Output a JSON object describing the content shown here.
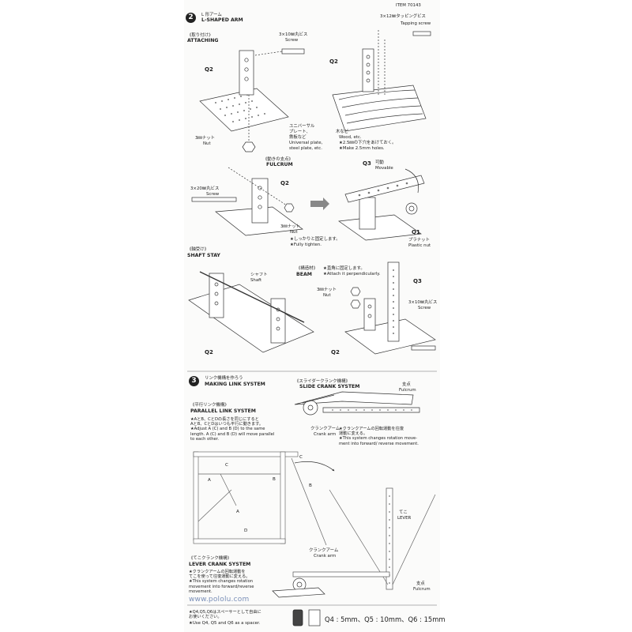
{
  "item": "ITEM 70143",
  "s2": {
    "num": "2",
    "title_jp": "L 形アーム",
    "title_en": "L-SHAPED ARM",
    "attaching_jp": "《取り付け》",
    "attaching_en": "ATTACHING",
    "screw1_jp": "3×10㎜丸ビス",
    "screw1_en": "Screw",
    "q2": "Q2",
    "nut_jp": "3㎜ナット",
    "nut_en": "Nut",
    "plate_jp1": "ユニバーサル",
    "plate_jp2": "プレート、",
    "plate_jp3": "鉄板など",
    "plate_en1": "Universal plate,",
    "plate_en2": "steel plate, etc.",
    "tap_jp": "3×12㎜タッピングビス",
    "tap_en": "Tapping screw",
    "wood_jp": "木など",
    "wood_en": "Wood, etc.",
    "wood_note_jp": "★2.5㎜の下穴をあけておく。",
    "wood_note_en": "★Make 2.5mm holes.",
    "fulcrum_jp": "《動きの支点》",
    "fulcrum_en": "FULCRUM",
    "screw2_jp": "3×20㎜丸ビス",
    "screw2_en": "Screw",
    "q3": "Q3",
    "movable_jp": "可動",
    "movable_en": "Movable",
    "nut2_jp": "3㎜ナット",
    "nut2_en": "Nut",
    "tighten_jp": "★しっかりと固定します。",
    "tighten_en": "★Fully tighten.",
    "q1": "Q1",
    "plastic_jp": "プラナット",
    "plastic_en": "Plastic nut",
    "shaft_jp_title": "《軸受け》",
    "shaft_en_title": "SHAFT STAY",
    "shaft_jp": "シャフト",
    "shaft_en": "Shaft",
    "beam_jp": "《構造材》",
    "beam_en": "BEAM",
    "beam_note_jp": "★直角に固定します。",
    "beam_note_en": "★Attach it perpendicularly.",
    "nut3_jp": "3㎜ナット",
    "nut3_en": "Nut",
    "screw3_jp": "3×10㎜丸ビス",
    "screw3_en": "Screw"
  },
  "s3": {
    "num": "3",
    "title_jp": "リンク機構を作ろう",
    "title_en": "MAKING LINK SYSTEM",
    "slide_jp": "《スライダークランク機構》",
    "slide_en": "SLIDE CRANK SYSTEM",
    "fulcrum_jp": "支点",
    "fulcrum_en": "Fulcrum",
    "crank_jp": "クランクアーム",
    "crank_en": "Crank arm",
    "slide_note": "★クランクアームの回転運動を往復\n運動に変える。\n★This system changes rotation move-\nment into forward/ reverse movement.",
    "parallel_jp": "《平行リンク機構》",
    "parallel_en": "PARALLEL LINK SYSTEM",
    "parallel_note": "★AとB、CとDの長さを同じにすると\nAとB、CとDはいつも平行に動きます。\n★Adjust A (C) and B (D) to the same\nlength. A (C) and B (D) will move parallel\nto each other.",
    "a": "A",
    "b": "B",
    "c": "C",
    "d": "D",
    "lever_jp": "てこ",
    "lever_en": "LEVER",
    "lever_crank_jp": "《てこクランク機構》",
    "lever_crank_en": "LEVER CRANK SYSTEM",
    "crank2_jp": "クランクアーム",
    "crank2_en": "Crank arm",
    "lever_note": "★クランクアームの回転運動を\nてこを使って往復運動に変える。\n★This system changes rotation\nmovement into forward/reverse\nmovement.",
    "fulcrum2_jp": "支点",
    "fulcrum2_en": "Fulcrum",
    "watermark": "www.pololu.com",
    "spacer_jp": "★Q4,Q5,Q6はスペーサーとして自由に\nお使いください。",
    "spacer_en": "★Use Q4, Q5 and Q6 as a spacer.",
    "sizes": "Q4 : 5mm、Q5 : 10mm、Q6 : 15mm"
  }
}
